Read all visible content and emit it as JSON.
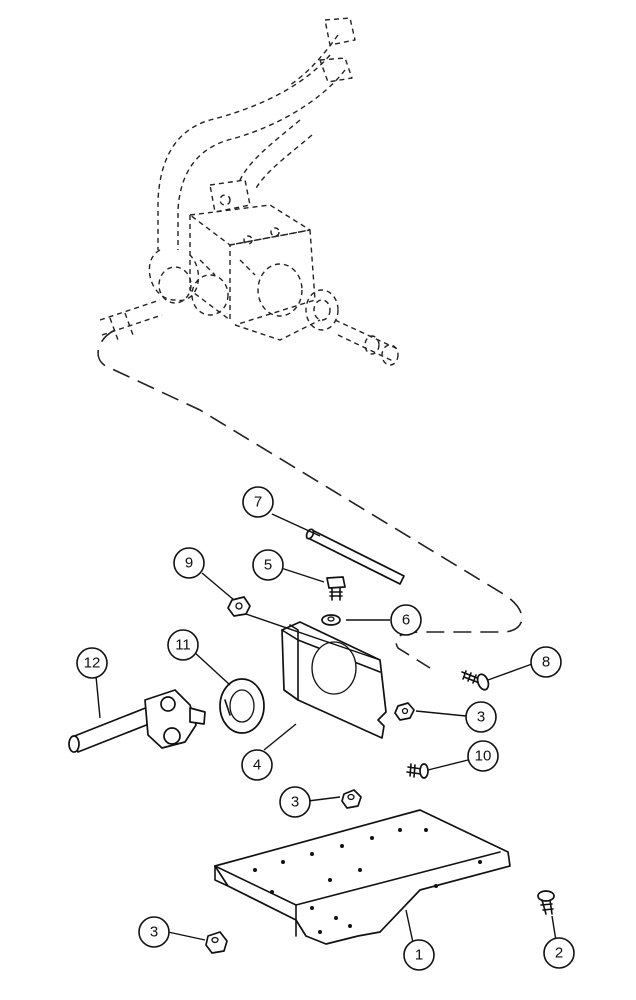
{
  "callouts": [
    {
      "id": "1",
      "label": "1"
    },
    {
      "id": "2",
      "label": "2"
    },
    {
      "id": "3a",
      "label": "3"
    },
    {
      "id": "3b",
      "label": "3"
    },
    {
      "id": "3c",
      "label": "3"
    },
    {
      "id": "4",
      "label": "4"
    },
    {
      "id": "5",
      "label": "5"
    },
    {
      "id": "6",
      "label": "6"
    },
    {
      "id": "7",
      "label": "7"
    },
    {
      "id": "8",
      "label": "8"
    },
    {
      "id": "9",
      "label": "9"
    },
    {
      "id": "10",
      "label": "10"
    },
    {
      "id": "11",
      "label": "11"
    },
    {
      "id": "12",
      "label": "12"
    }
  ]
}
